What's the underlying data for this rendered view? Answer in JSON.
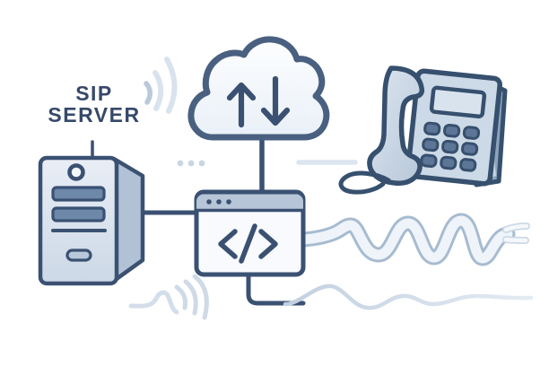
{
  "illustration": {
    "title_label": {
      "line1": "SIP",
      "line2": "SERVER"
    },
    "background_color": "#ffffff",
    "palette": {
      "outline_dark": "#3a5172",
      "label_text": "#36496a",
      "server_front": "#dde6f0",
      "server_side": "#b2c2d6",
      "slot_fill": "#6e88aa",
      "cloud_fill": "#f7fafd",
      "window_titlebar": "#b6c6d8",
      "window_body": "#f8fafd",
      "phone_body": "#ccd9e6",
      "phone_handset": "#c6d4e2",
      "keypad_button": "#5d7697",
      "phone_stand": "#8ea4bd",
      "wave_outline": "#a7bbd0",
      "wave_fill": "#eef4f9",
      "accent_light": "#d7e1ec"
    },
    "icons": [
      {
        "name": "server-tower-icon",
        "shape": "3d tower with led, two slots, vent line, handle"
      },
      {
        "name": "signal-waves-icon",
        "shape": "three radiating arcs"
      },
      {
        "name": "cloud-transfer-icon",
        "shape": "cloud outline"
      },
      {
        "name": "upload-arrow-icon",
        "shape": "arrow up"
      },
      {
        "name": "download-arrow-icon",
        "shape": "arrow down"
      },
      {
        "name": "ellipsis-dots-icon",
        "shape": "three dots"
      },
      {
        "name": "code-window-icon",
        "shape": "browser window with titlebar dots"
      },
      {
        "name": "code-glyph-icon",
        "shape": "</>"
      },
      {
        "name": "desk-phone-icon",
        "shape": "voip phone with handset, display, 3x3 keypad, stand, cord"
      },
      {
        "name": "audio-wave-thick-icon",
        "shape": "thick sine ribbon with forked end"
      },
      {
        "name": "audio-wave-thin-icon",
        "shape": "thin sine line"
      },
      {
        "name": "sound-squiggle-icon",
        "shape": "squiggle with three fan arcs"
      },
      {
        "name": "motion-line-icon",
        "shape": "short horizontal line"
      }
    ]
  }
}
